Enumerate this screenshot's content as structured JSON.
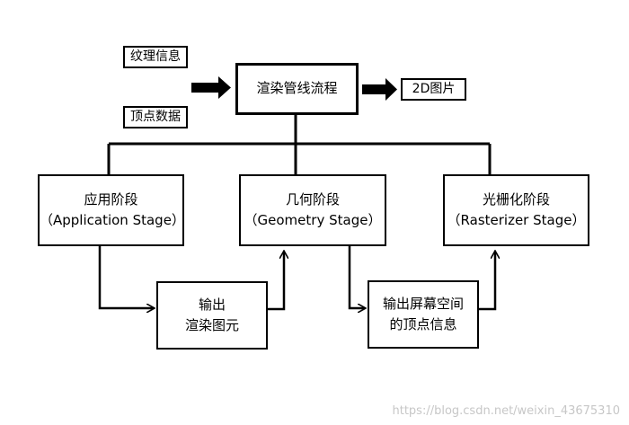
{
  "inputs": {
    "texture_info": "纹理信息",
    "vertex_data": "顶点数据"
  },
  "pipeline": {
    "title": "渲染管线流程",
    "output": "2D图片"
  },
  "stages": {
    "application": {
      "name": "应用阶段",
      "english": "（Application Stage）"
    },
    "geometry": {
      "name": "几何阶段",
      "english": "（Geometry Stage）"
    },
    "rasterizer": {
      "name": "光栅化阶段",
      "english": "（Rasterizer Stage）"
    }
  },
  "outputs": {
    "render_primitives": {
      "line1": "输出",
      "line2": "渲染图元"
    },
    "screen_vertices": {
      "line1": "输出屏幕空间",
      "line2": "的顶点信息"
    }
  },
  "watermark": "https://blog.csdn.net/weixin_43675310"
}
